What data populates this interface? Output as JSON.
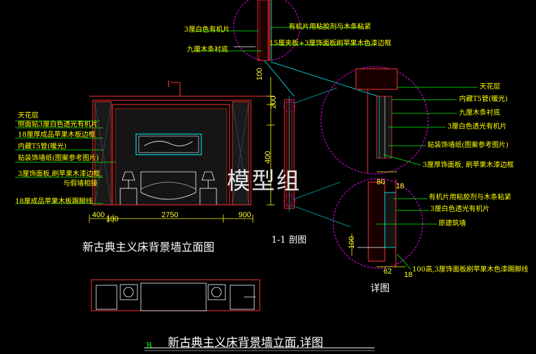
{
  "top_detail": {
    "left_labels": [
      "3厘白色有机片",
      "九厘木条衬底"
    ],
    "right_labels": [
      "有机片用粘胶剂与木条粘紧",
      "15厘夹板+3厘饰面板刷苹果木色漆边框"
    ]
  },
  "elevation": {
    "section_mark": "1",
    "left_labels": [
      "天花层",
      "侧面贴3厘白色透光有机片",
      "18厘厚成品苹果木板边框",
      "内藏T5管(暖光)",
      "贴装饰墙纸(图案参考图片)",
      "3厘饰面板,刷苹果木漆边框,",
      "与假墙相接",
      "18厘成品苹果木板踢脚线"
    ],
    "dims_bottom": [
      "400",
      "100",
      "2750",
      "900"
    ],
    "dims_side": [
      "100",
      "200",
      "400"
    ],
    "title": "新古典主义床背景墙立面图"
  },
  "section": {
    "title": "1-1 剖图"
  },
  "middle_detail": {
    "labels": [
      "天花层",
      "内藏T5管(暖光)",
      "九厘木条衬底",
      "3厘白色透光有机片",
      "贴装饰墙纸(图案参考图片)",
      "3厘厚饰面板, 刷苹果木漆边框"
    ],
    "dims": [
      "80",
      "18"
    ]
  },
  "bottom_detail": {
    "labels": [
      "有机片用粘胶剂与木条粘紧",
      "3厘白色透光有机片",
      "原建筑墙",
      "100高,3厘饰面板刷苹果木色漆踢脚线"
    ],
    "dims": [
      "100",
      "62",
      "18"
    ],
    "title": "详图"
  },
  "watermark": "模型组",
  "sheet": {
    "mark": "B",
    "title": "新古典主义床背景墙立面,详图"
  },
  "colors": {
    "text": "#ffff00",
    "leader": "#00ff00",
    "outline": "#ff3333",
    "circle": "#ff00ff",
    "cyan": "#00ffff",
    "background": "#000000"
  }
}
